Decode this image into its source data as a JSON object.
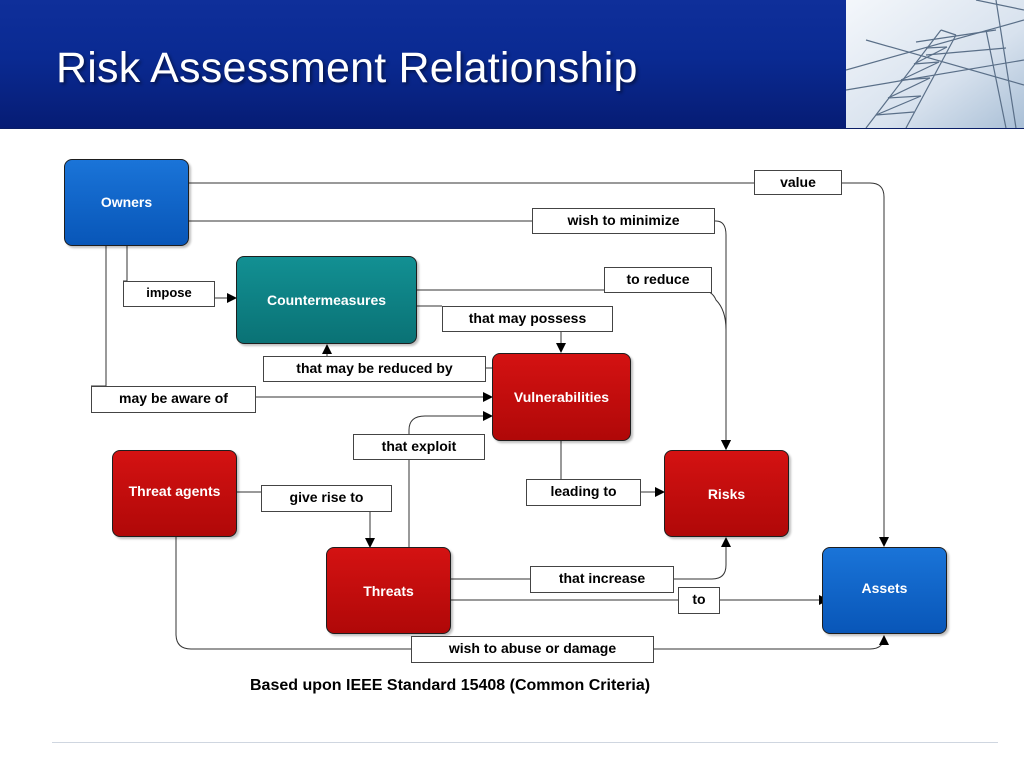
{
  "slide": {
    "title": "Risk Assessment Relationship",
    "caption": "Based upon IEEE Standard 15408 (Common Criteria)"
  },
  "colors": {
    "header": "#0a2a92",
    "owner_node": "#0b63c9",
    "countermeasure_node": "#0e8284",
    "threat_node": "#c00a0a"
  },
  "nodes": {
    "owners": "Owners",
    "countermeasures": "Countermeasures",
    "vulnerabilities": "Vulnerabilities",
    "threat_agents": "Threat agents",
    "risks": "Risks",
    "threats": "Threats",
    "assets": "Assets"
  },
  "edges": {
    "value": "value",
    "wish_to_minimize": "wish to minimize",
    "impose": "impose",
    "to_reduce": "to reduce",
    "that_may_possess": "that may possess",
    "that_may_be_reduced_by": "that may be reduced by",
    "may_be_aware_of": "may be aware of",
    "that_exploit": "that exploit",
    "give_rise_to": "give rise to",
    "leading_to": "leading to",
    "that_increase": "that increase",
    "to": "to",
    "wish_to_abuse_or_damage": "wish to abuse or damage"
  }
}
